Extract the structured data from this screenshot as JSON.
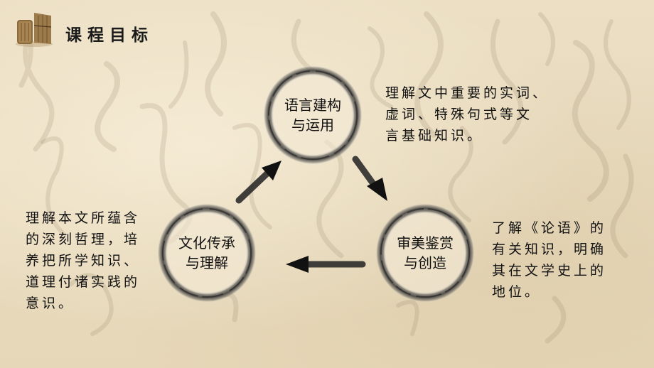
{
  "header": {
    "title": "课程目标",
    "logo_icon": "bamboo-scroll-icon"
  },
  "nodes": [
    {
      "line1": "语言建构",
      "line2": "与运用"
    },
    {
      "line1": "审美鉴赏",
      "line2": "与创造"
    },
    {
      "line1": "文化传承",
      "line2": "与理解"
    }
  ],
  "descriptions": {
    "language": "理解文中重要的实词、\n虚词、特殊句式等文\n言基础知识。",
    "aesthetic": "了解《论语》的\n有关知识，明确\n其在文学史上的\n地位。",
    "culture": "理解本文所蕴含\n的深刻哲理，培\n养把所学知识、\n道理付诸实践的\n意识。"
  },
  "colors": {
    "background": "#e9dcc0",
    "ink": "#1a1a1a"
  }
}
